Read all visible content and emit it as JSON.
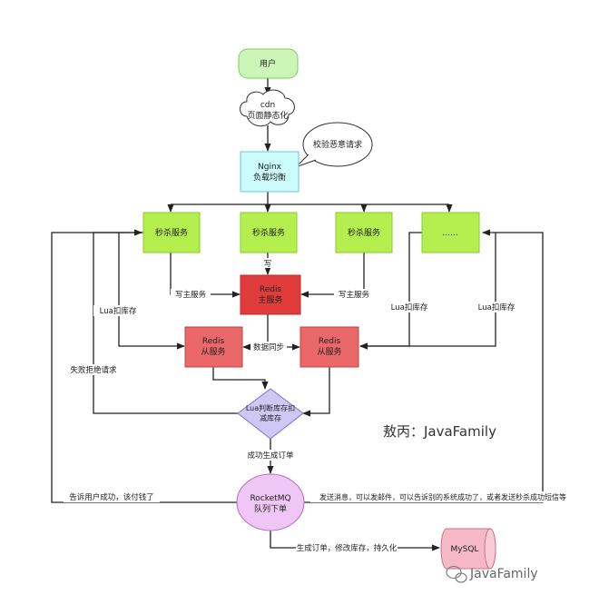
{
  "nodes": {
    "user": "用户",
    "cdn": [
      "cdn",
      "页面静态化"
    ],
    "check": "校验恶意请求",
    "nginx": [
      "Nginx",
      "负载均衡"
    ],
    "sk1": "秒杀服务",
    "sk2": "秒杀服务",
    "sk3": "秒杀服务",
    "sk4": "......",
    "redis_master": [
      "Redis",
      "主服务"
    ],
    "redis_slave1": [
      "Redis",
      "从服务"
    ],
    "redis_slave2": [
      "Redis",
      "从服务"
    ],
    "lua_decision": [
      "Lua判断库存扣",
      "减库存"
    ],
    "mq": [
      "RocketMQ",
      "队列下单"
    ],
    "mysql": "MySQL"
  },
  "labels": {
    "write": "写",
    "write_master_left": "写主服务",
    "write_master_right": "写主服务",
    "lua_deduct_left": "Lua扣库存",
    "lua_deduct_mid": "Lua扣库存",
    "lua_deduct_right": "Lua扣库存",
    "sync": "数据同步",
    "fail": "失败拒绝请求",
    "success_order": "成功生成订单",
    "tell_user": "告诉用户成功，该付钱了",
    "send_msg": "发送消息，可以发邮件，可以告诉别的系统成功了，或者发送秒杀成功短信等",
    "gen_order": "生成订单，修改库存，持久化"
  },
  "author": "敖丙：JavaFamily",
  "watermark": "JavaFamily",
  "colors": {
    "green_fill": "#ccf5b8",
    "green_stroke": "#7ccb5e",
    "lime_fill": "#b5ef4f",
    "lime_stroke": "#8ccb2a",
    "cyan_fill": "#ccfbfb",
    "cyan_stroke": "#6ec4d0",
    "red_master": "#e03c3c",
    "red_slave": "#ea6868",
    "purple_fill": "#cfc8f5",
    "pink_fill": "#f0c6f6",
    "mysql_fill": "#f6b8c7"
  }
}
